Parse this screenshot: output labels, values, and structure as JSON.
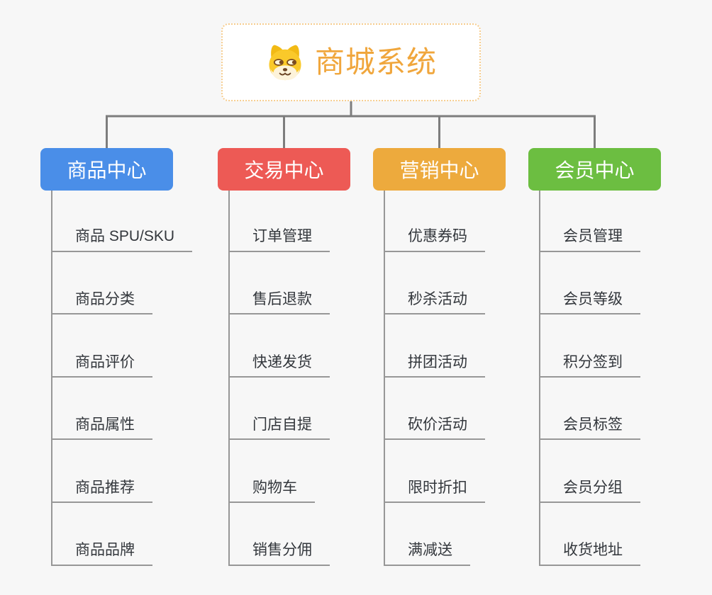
{
  "page": {
    "background_color": "#f7f7f7",
    "connector_color": "#7d7d7d",
    "branch_line_color": "#979797"
  },
  "root": {
    "title": "商城系统",
    "title_color": "#f0a63c",
    "border_color": "#f6cd8f",
    "icon": "dog-face-logo"
  },
  "branches": [
    {
      "label": "商品中心",
      "color": "#4a8ee8",
      "children": [
        "商品 SPU/SKU",
        "商品分类",
        "商品评价",
        "商品属性",
        "商品推荐",
        "商品品牌"
      ]
    },
    {
      "label": "交易中心",
      "color": "#ed5a55",
      "children": [
        "订单管理",
        "售后退款",
        "快递发货",
        "门店自提",
        "购物车",
        "销售分佣"
      ]
    },
    {
      "label": "营销中心",
      "color": "#edaa3d",
      "children": [
        "优惠券码",
        "秒杀活动",
        "拼团活动",
        "砍价活动",
        "限时折扣",
        "满减送"
      ]
    },
    {
      "label": "会员中心",
      "color": "#6cbe41",
      "children": [
        "会员管理",
        "会员等级",
        "积分签到",
        "会员标签",
        "会员分组",
        "收货地址"
      ]
    }
  ]
}
